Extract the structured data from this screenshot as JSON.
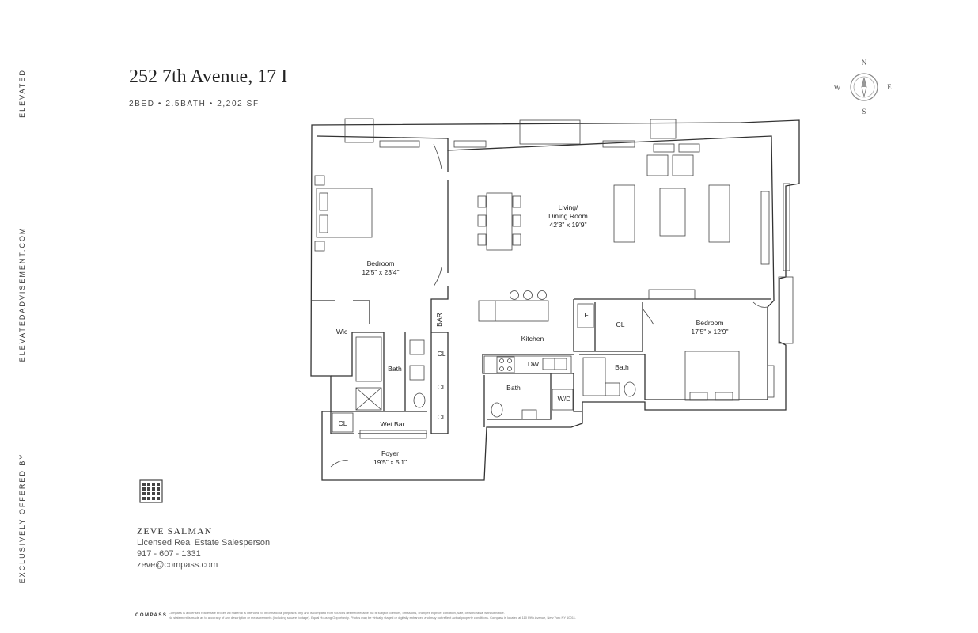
{
  "sidebar": {
    "brand": "ELEVATED",
    "website": "ELEVATEDADVISEMENT.COM",
    "offered": "EXCLUSIVELY OFFERED BY"
  },
  "header": {
    "title": "252 7th Avenue, 17 I",
    "subtitle": "2BED • 2.5BATH • 2,202 SF"
  },
  "compass": {
    "n": "N",
    "s": "S",
    "e": "E",
    "w": "W"
  },
  "rooms": {
    "bedroom1_name": "Bedroom",
    "bedroom1_size": "12'5\" x 23'4\"",
    "living_name1": "Living/",
    "living_name2": "Dining Room",
    "living_size": "42'3\" x 19'9\"",
    "bedroom2_name": "Bedroom",
    "bedroom2_size": "17'5\" x 12'9\"",
    "wic": "Wic",
    "bath1": "Bath",
    "bath2": "Bath",
    "bath3": "Bath",
    "bar": "BAR",
    "cl1": "CL",
    "cl2": "CL",
    "cl3": "CL",
    "cl4": "CL",
    "cl5": "CL",
    "kitchen": "Kitchen",
    "f": "F",
    "dw": "DW",
    "wd": "W/D",
    "wetbar": "Wet Bar",
    "foyer_name": "Foyer",
    "foyer_size": "19'5\" x 5'1\""
  },
  "agent": {
    "name": "ZEVE SALMAN",
    "role": "Licensed Real Estate Salesperson",
    "phone": "917 - 607 - 1331",
    "email": "zeve@compass.com"
  },
  "footer": {
    "brand": "COMPASS",
    "disclaimer_1": "Compass is a licensed real estate broker. All material is intended for informational purposes only and is compiled from sources deemed reliable but is subject to errors, omissions, changes in price, condition, sale, or withdrawal without notice.",
    "disclaimer_2": "No statement is made as to accuracy of any description or measurements (including square footage). Equal Housing Opportunity. Photos may be virtually staged or digitally enhanced and may not reflect actual property conditions. Compass is located at 110 Fifth Avenue, New York NY 10011."
  },
  "colors": {
    "ink": "#333333",
    "background": "#ffffff"
  }
}
